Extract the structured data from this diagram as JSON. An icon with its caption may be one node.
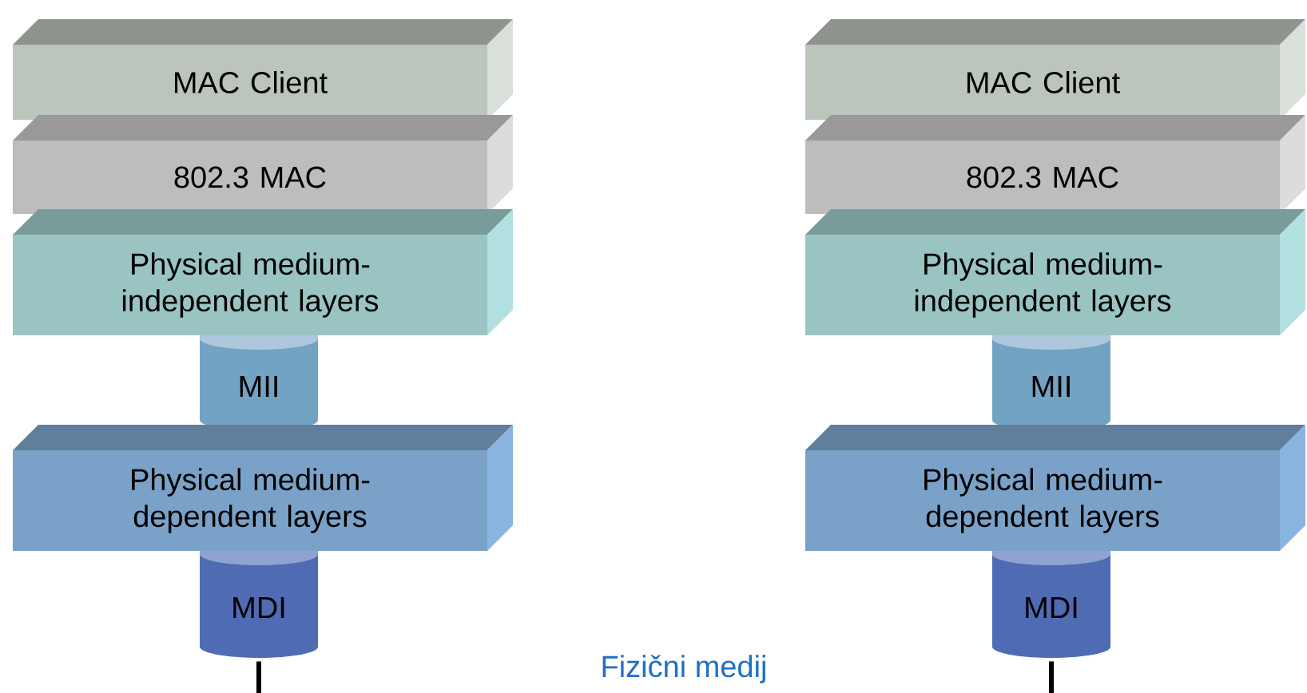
{
  "diagram": {
    "nodes": [
      {
        "text": [
          "MAC Client"
        ]
      },
      {
        "text": [
          "802.3 MAC"
        ]
      },
      {
        "text": [
          "Physical medium-independent layers"
        ]
      },
      {
        "text": [
          "MII"
        ]
      },
      {
        "text": [
          "Physical medium-dependent layers"
        ]
      },
      {
        "text": [
          "MDI"
        ]
      },
      {
        "text": [
          "MAC Client"
        ]
      },
      {
        "text": [
          "802.3 MAC"
        ]
      },
      {
        "text": [
          "Physical medium-independent layers"
        ]
      },
      {
        "text": [
          "MII"
        ]
      },
      {
        "text": [
          "Physical medium-dependent layers"
        ]
      },
      {
        "text": [
          "MDI"
        ]
      }
    ],
    "edges": [
      {
        "from": 5,
        "to": null,
        "arrow": "none"
      },
      {
        "from": 11,
        "to": null,
        "arrow": "none"
      }
    ],
    "labels": [
      "Fizični medij"
    ]
  }
}
